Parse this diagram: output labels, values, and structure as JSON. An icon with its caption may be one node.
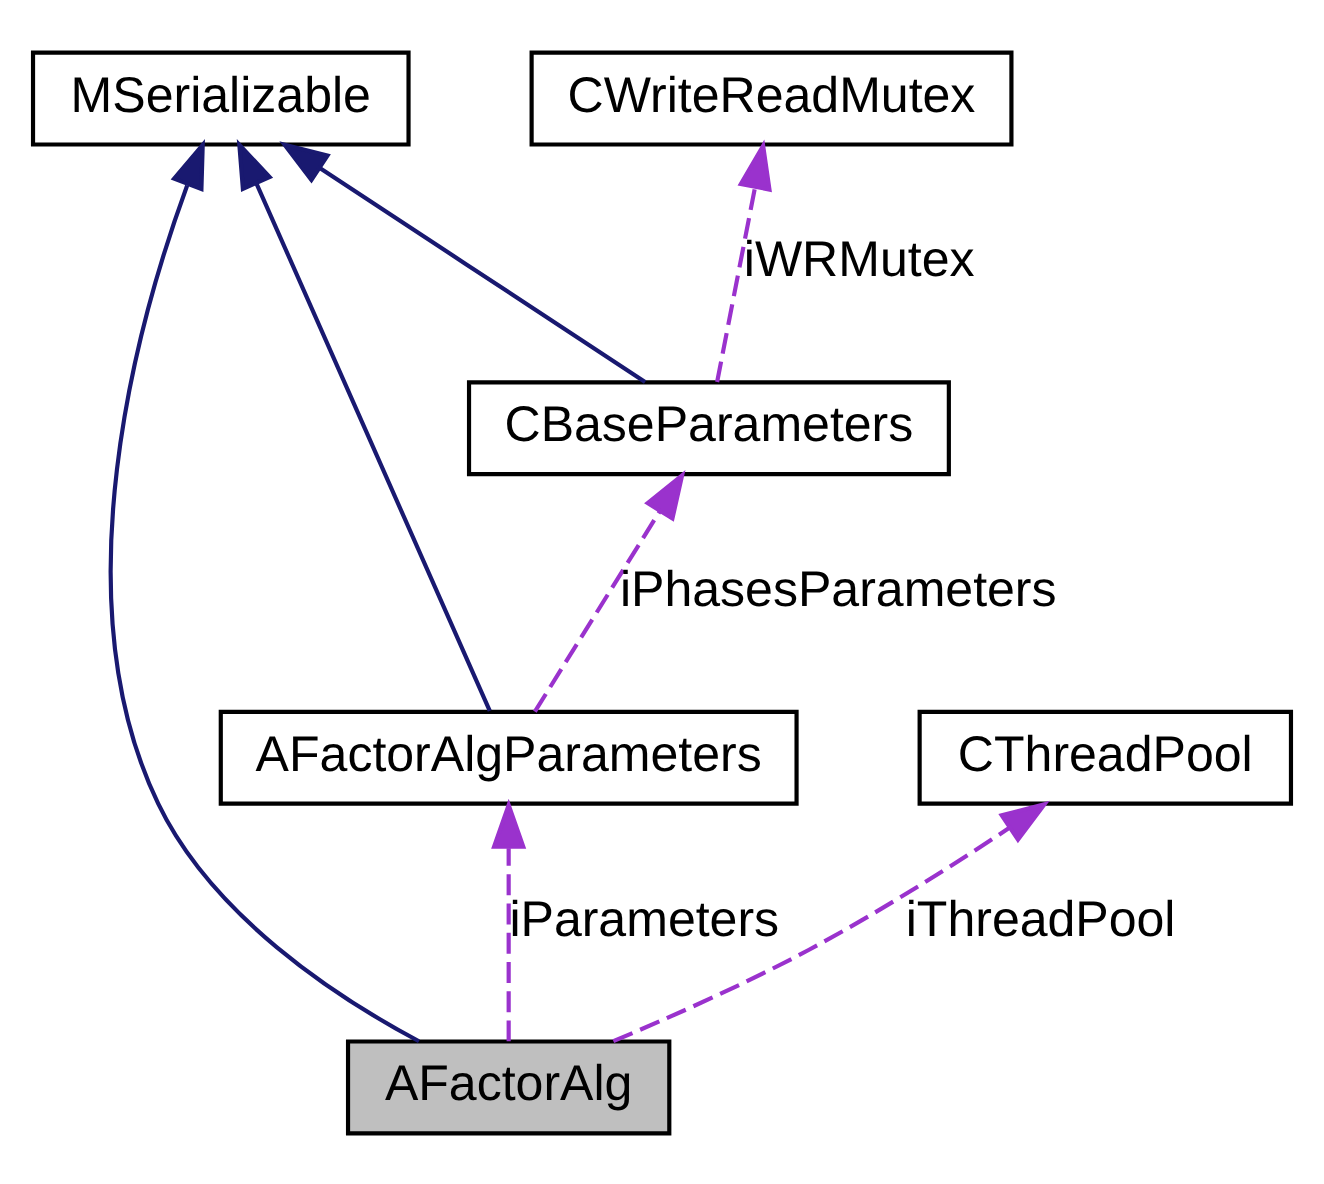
{
  "diagram": {
    "nodes": [
      {
        "text": [
          "MSerializable"
        ]
      },
      {
        "text": [
          "CWriteReadMutex"
        ]
      },
      {
        "text": [
          "CBaseParameters"
        ]
      },
      {
        "text": [
          "AFactorAlgParameters"
        ]
      },
      {
        "text": [
          "CThreadPool"
        ]
      },
      {
        "text": [
          "AFactorAlg"
        ]
      }
    ],
    "edges": [
      {
        "from": 5,
        "to": 0,
        "arrow": "to",
        "color": "#191970"
      },
      {
        "from": 3,
        "to": 0,
        "arrow": "to",
        "color": "#191970"
      },
      {
        "from": 2,
        "to": 0,
        "arrow": "to",
        "color": "#191970"
      },
      {
        "from": 2,
        "to": 1,
        "arrow": "to",
        "label": "iWRMutex",
        "style": "dashed",
        "color": "#9a32cd"
      },
      {
        "from": 3,
        "to": 2,
        "arrow": "to",
        "label": "iPhasesParameters",
        "style": "dashed",
        "color": "#9a32cd"
      },
      {
        "from": 5,
        "to": 3,
        "arrow": "to",
        "label": "iParameters",
        "style": "dashed",
        "color": "#9a32cd"
      },
      {
        "from": 5,
        "to": 4,
        "arrow": "to",
        "label": "iThreadPool",
        "style": "dashed",
        "color": "#9a32cd"
      }
    ]
  }
}
